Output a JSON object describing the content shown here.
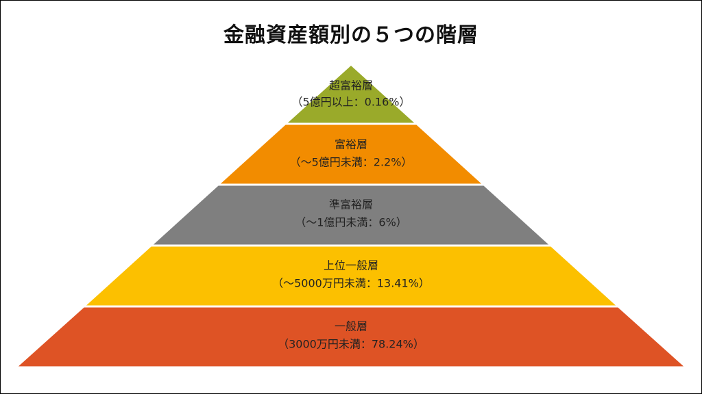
{
  "title": "金融資産額別の５つの階層",
  "tiers": [
    {
      "name": "超富裕層",
      "detail": "（5億円以上：0.16%）",
      "color": "#9aaa2a"
    },
    {
      "name": "富裕層",
      "detail": "（〜5億円未満：2.2%）",
      "color": "#f28c00"
    },
    {
      "name": "準富裕層",
      "detail": "（〜1億円未満：6%）",
      "color": "#7f7f7f"
    },
    {
      "name": "上位一般層",
      "detail": "（〜5000万円未満：13.41%）",
      "color": "#fcc000"
    },
    {
      "name": "一般層",
      "detail": "（3000万円未満：78.24%）",
      "color": "#de5325"
    }
  ]
}
